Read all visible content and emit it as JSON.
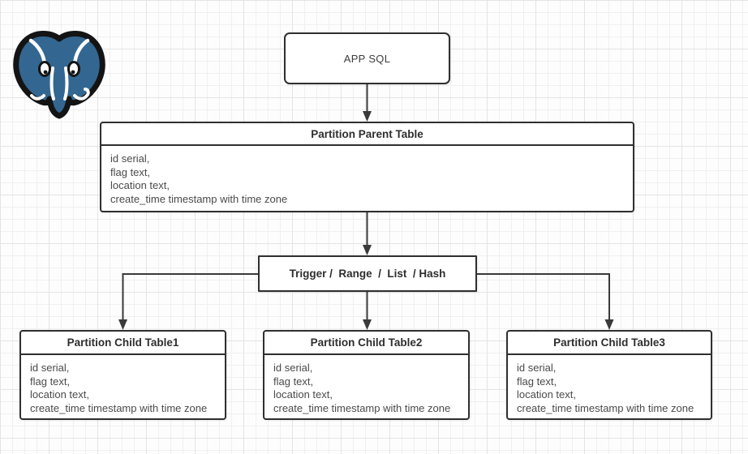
{
  "logo": {
    "name": "PostgreSQL",
    "body_color": "#336791",
    "outline_color": "#141414",
    "detail_color": "#ffffff"
  },
  "nodes": {
    "app_sql": {
      "title": "APP SQL"
    },
    "parent_table": {
      "title": "Partition Parent Table",
      "fields": [
        "id serial,",
        "flag text,",
        "location text,",
        "create_time timestamp with time zone"
      ]
    },
    "partition_method": {
      "title": "Trigger /  Range  /  List  / Hash"
    },
    "child_table_1": {
      "title": "Partition Child Table1",
      "fields": [
        "id serial,",
        "flag text,",
        "location text,",
        "create_time timestamp with time zone"
      ]
    },
    "child_table_2": {
      "title": "Partition Child Table2",
      "fields": [
        "id serial,",
        "flag text,",
        "location text,",
        "create_time timestamp with time zone"
      ]
    },
    "child_table_3": {
      "title": "Partition Child Table3",
      "fields": [
        "id serial,",
        "flag text,",
        "location text,",
        "create_time timestamp with time zone"
      ]
    }
  },
  "style": {
    "canvas_bg": "#fdfdfd",
    "grid_minor": "#f0f0f0",
    "grid_major": "#e4e4e4",
    "node_border": "#2f2f2f",
    "connector": "#3a3a3a",
    "header_text": "#2e2e2e",
    "body_text": "#4a4a4a"
  }
}
